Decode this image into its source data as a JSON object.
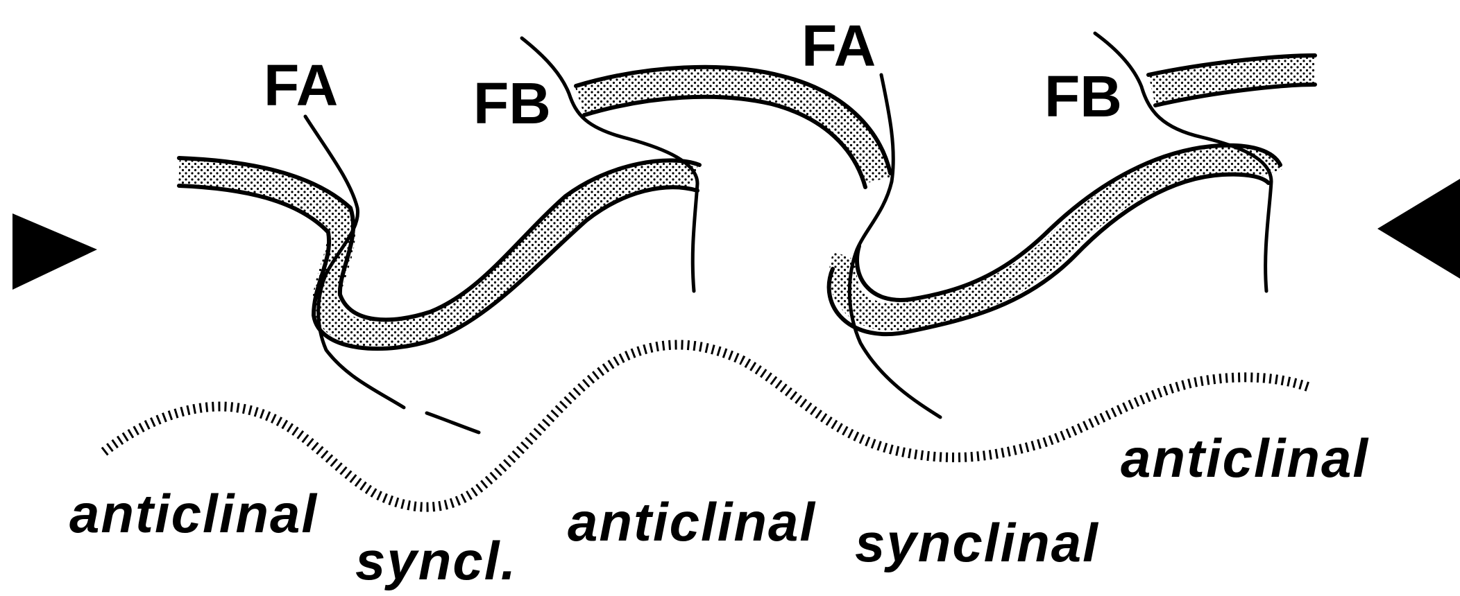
{
  "fault_labels": {
    "fa_left": "FA",
    "fb_left": "FB",
    "fa_right": "FA",
    "fb_right": "FB"
  },
  "fold_labels": {
    "anticlinal_1": "anticlinal",
    "syncl": "syncl.",
    "anticlinal_2": "anticlinal",
    "synclinal": "synclinal",
    "anticlinal_3": "anticlinal"
  },
  "colors": {
    "ink": "#000000",
    "background": "#ffffff",
    "stipple": "#000000"
  }
}
